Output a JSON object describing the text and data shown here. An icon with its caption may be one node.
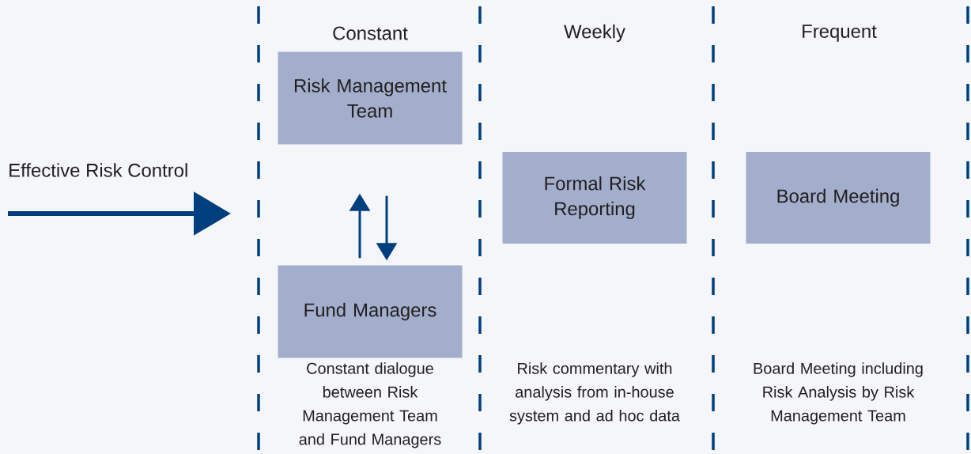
{
  "diagram": {
    "nodes": [
      {
        "text": [
          "Risk Management Team"
        ]
      },
      {
        "text": [
          "Fund Managers"
        ],
        "beside": [
          "Constant dialogue between Risk Management Team and Fund Managers"
        ]
      },
      {
        "text": [
          "Formal Risk Reporting"
        ]
      },
      {
        "text": [
          "Board Meeting"
        ]
      }
    ],
    "edges": [
      {
        "from": 1,
        "to": 0,
        "arrow": "to"
      },
      {
        "from": 0,
        "to": 1,
        "arrow": "to"
      }
    ],
    "labels": [
      "Constant",
      "Weekly",
      "Frequent",
      "Effective Risk Control",
      "Risk commentary with analysis from in-house system and ad hoc data",
      "Board Meeting including Risk Analysis by Risk Management Team"
    ]
  }
}
